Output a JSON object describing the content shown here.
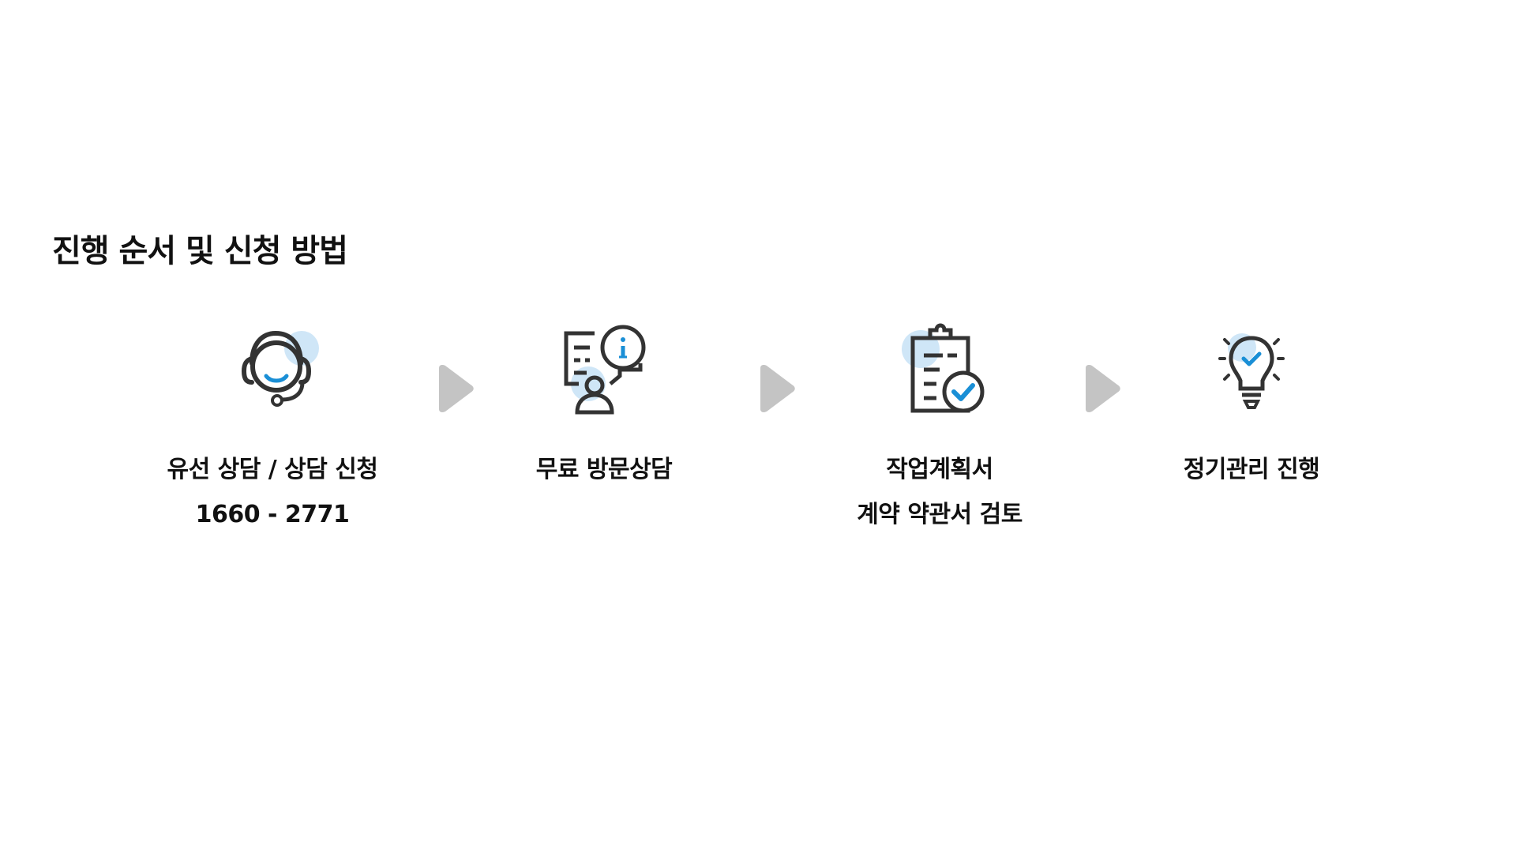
{
  "section": {
    "title": "진행 순서 및 신청 방법"
  },
  "colors": {
    "accent": "#1a8fd6",
    "accent_soft": "#cfe6f7",
    "icon_stroke": "#333333",
    "arrow": "#c4c4c4",
    "text": "#111111"
  },
  "steps": [
    {
      "icon": "headset-icon",
      "lines": [
        "유선 상담 / 상담 신청",
        "1660 - 2771"
      ]
    },
    {
      "icon": "visit-consultation-icon",
      "lines": [
        "무료 방문상담"
      ]
    },
    {
      "icon": "clipboard-check-icon",
      "lines": [
        "작업계획서",
        "계약 약관서 검토"
      ]
    },
    {
      "icon": "lightbulb-icon",
      "lines": [
        "정기관리 진행"
      ]
    }
  ],
  "arrows": [
    "play-arrow-icon",
    "play-arrow-icon",
    "play-arrow-icon"
  ]
}
